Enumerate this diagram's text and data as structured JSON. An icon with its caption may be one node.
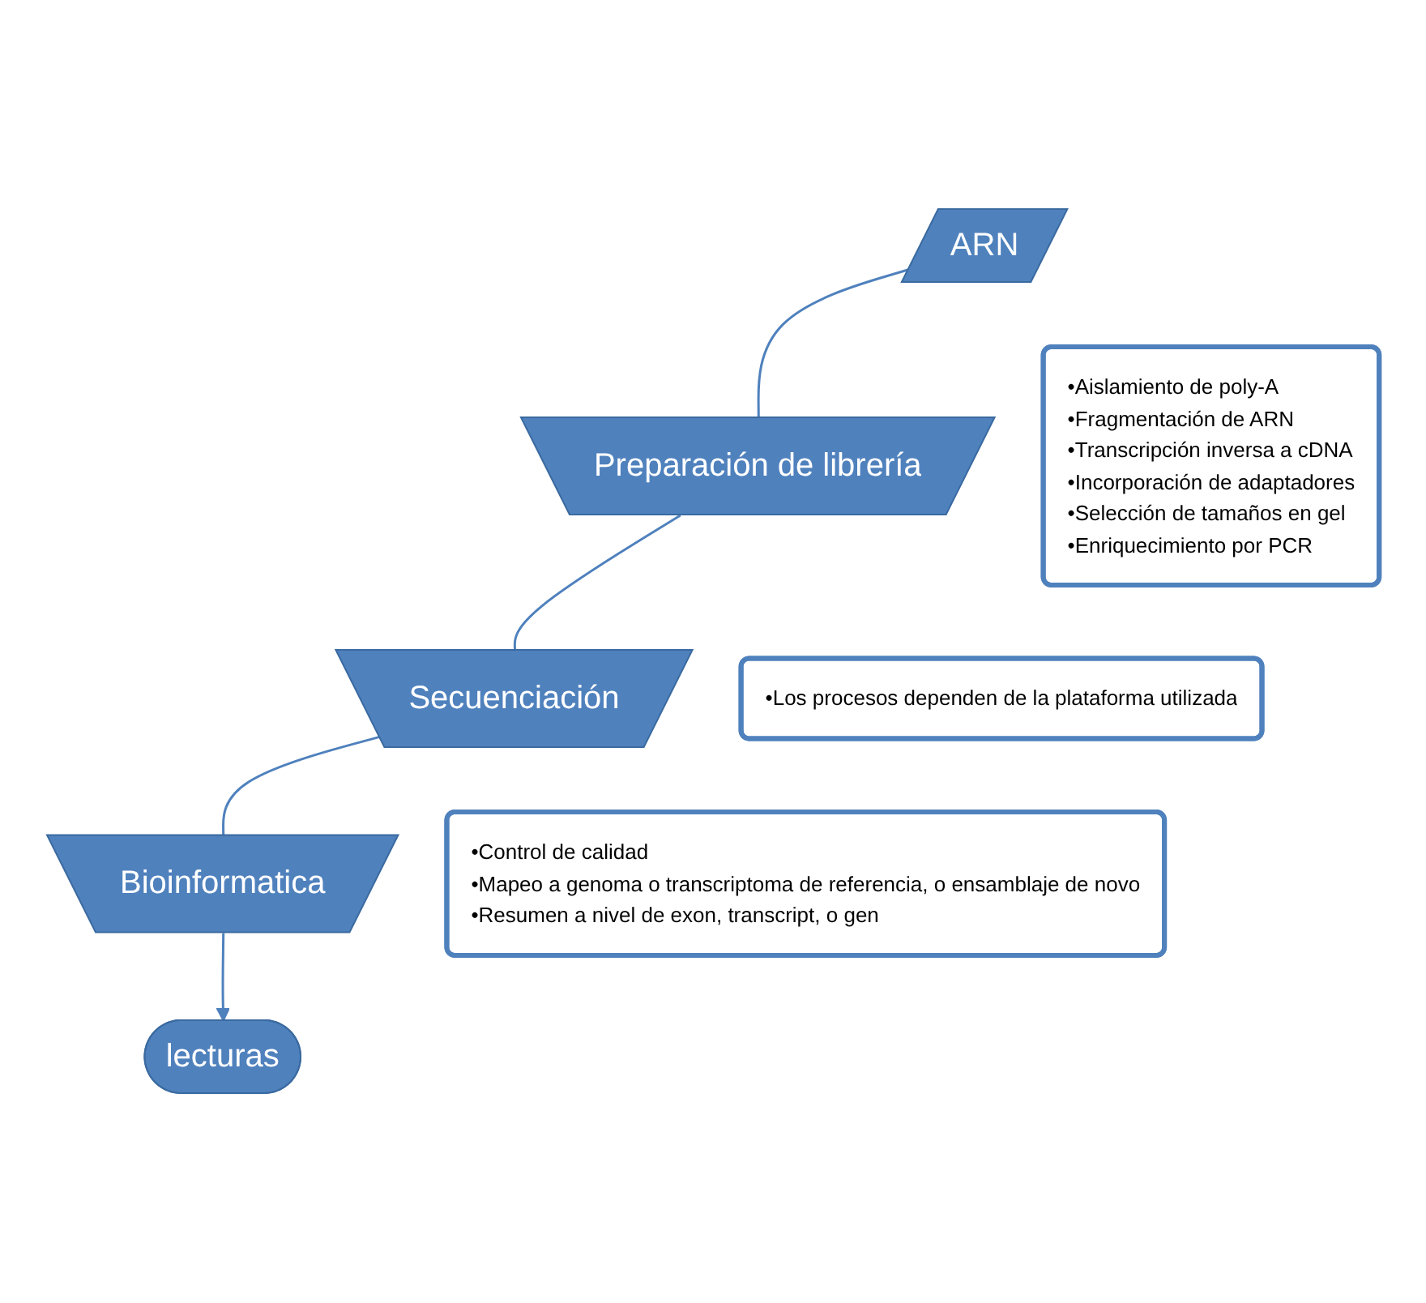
{
  "diagram": {
    "nodes": [
      {
        "text": [
          "ARN"
        ]
      },
      {
        "text": [
          "Preparación de librería"
        ]
      },
      {
        "text": [
          "•Aislamiento de poly-A",
          "•Fragmentación de ARN",
          "•Transcripción inversa a cDNA",
          "•Incorporación de adaptadores",
          "•Selección de tamaños en gel",
          "•Enriquecimiento por PCR"
        ]
      },
      {
        "text": [
          "Secuenciación"
        ]
      },
      {
        "text": [
          "•Los procesos dependen de la plataforma utilizada"
        ]
      },
      {
        "text": [
          "Bioinformatica"
        ]
      },
      {
        "text": [
          "•Control de calidad",
          "•Mapeo a genoma o transcriptoma de referencia, o ensamblaje de novo",
          "•Resumen a nivel de exon, transcript, o gen"
        ]
      },
      {
        "text": [
          "lecturas"
        ]
      }
    ],
    "edges": [
      {
        "from": 0,
        "to": 1,
        "arrow": "none"
      },
      {
        "from": 1,
        "to": 3,
        "arrow": "none"
      },
      {
        "from": 3,
        "to": 5,
        "arrow": "none"
      },
      {
        "from": 5,
        "to": 7,
        "arrow": "to"
      }
    ]
  }
}
